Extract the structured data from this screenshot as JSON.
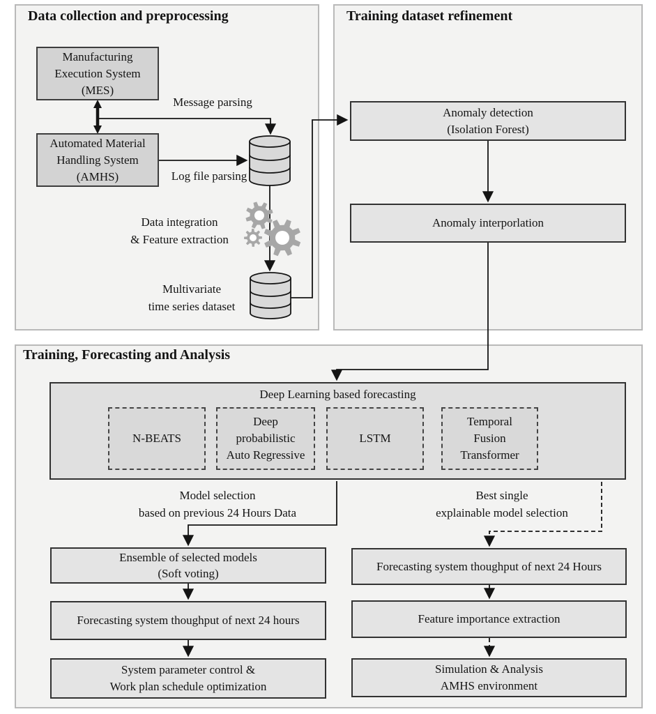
{
  "palette": {
    "section_bg": "#f3f3f2",
    "section_border": "#b9b9b9",
    "box_dark_fill": "#d3d3d3",
    "box_dark_border": "#3d3d3d",
    "box_light_fill": "#e4e4e4",
    "box_light_border": "#323232",
    "dl_fill": "#e0e0e0",
    "dashed_fill": "#d9d9d9",
    "dashed_border": "#444444",
    "cyl_fill": "#d9d9d9",
    "gear": "#a7a7a7",
    "line": "#141414"
  },
  "icons": {
    "database": "database-cylinder-icon",
    "gears": "gears-icon",
    "arrows": "arrow-connector"
  },
  "sections": {
    "collection": {
      "title": "Data collection and preprocessing",
      "mes": [
        "Manufacturing",
        "Execution System",
        "(MES)"
      ],
      "amhs": [
        "Automated Material",
        "Handling System",
        "(AMHS)"
      ],
      "labels": {
        "message_parsing": "Message parsing",
        "log_file_parsing": "Log file parsing",
        "integration_1": "Data integration",
        "integration_2": "& Feature extraction",
        "dataset_1": "Multivariate",
        "dataset_2": "time series dataset"
      }
    },
    "refinement": {
      "title": "Training dataset refinement",
      "anomaly_detection": [
        "Anomaly detection",
        "(Isolation Forest)"
      ],
      "anomaly_interpolation": [
        "Anomaly interporlation"
      ]
    },
    "training": {
      "title": "Training, Forecasting and Analysis",
      "dl_title": "Deep Learning based forecasting",
      "models": {
        "nbeats": [
          "N-BEATS"
        ],
        "deepar": [
          "Deep",
          "probabilistic",
          "Auto Regressive"
        ],
        "lstm": [
          "LSTM"
        ],
        "tft": [
          "Temporal",
          "Fusion",
          "Transformer"
        ]
      },
      "labels": {
        "model_selection_1": "Model selection",
        "model_selection_2": "based on previous 24 Hours Data",
        "best_single_1": "Best single",
        "best_single_2": "explainable model selection"
      },
      "left": {
        "ensemble": [
          "Ensemble of selected models",
          "(Soft voting)"
        ],
        "forecast": [
          "Forecasting system thoughput of next 24 hours"
        ],
        "control": [
          "System parameter control &",
          "Work plan schedule optimization"
        ]
      },
      "right": {
        "forecast": [
          "Forecasting system thoughput of next 24 Hours"
        ],
        "feature": [
          "Feature importance extraction"
        ],
        "simulation": [
          "Simulation & Analysis",
          "AMHS environment"
        ]
      }
    }
  }
}
